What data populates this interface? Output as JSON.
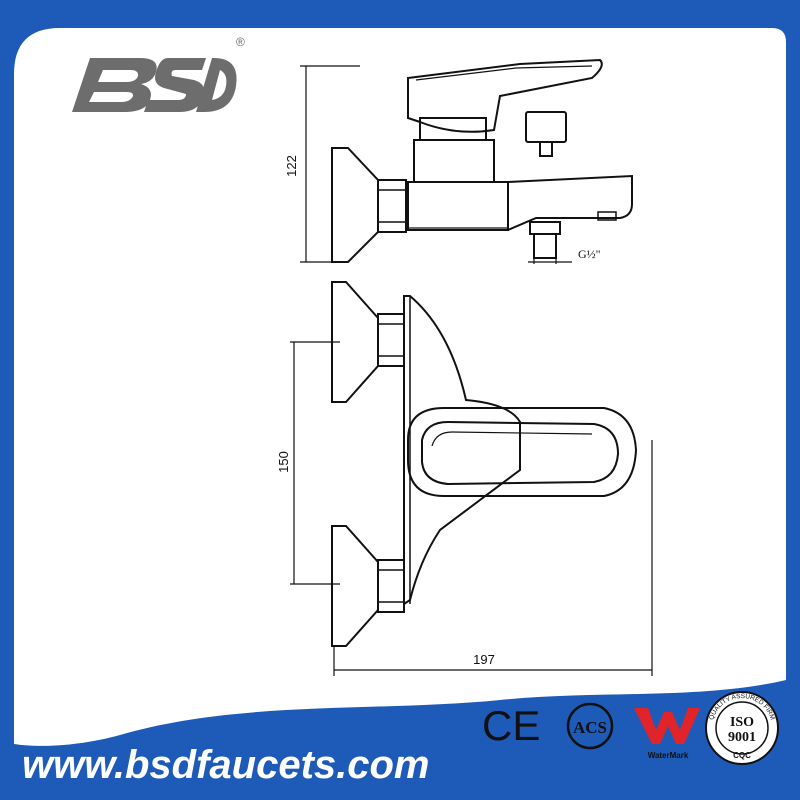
{
  "colors": {
    "frame_blue": "#1e5bb8",
    "frame_blue_dark": "#16479a",
    "logo_gray": "#6d6d6d",
    "drawing_line": "#111111",
    "footer_text": "#ffffff",
    "cert_black": "#111111",
    "watermark_red": "#e0242a"
  },
  "brand": {
    "logo_text": "BSD",
    "registered_mark": "®",
    "website": "www.bsdfaucets.com"
  },
  "drawing": {
    "dim_height_side": "122",
    "dim_thread": "G½\"",
    "dim_center_distance": "150",
    "dim_width": "197"
  },
  "certifications": {
    "ce": "CE",
    "acs": "ACS",
    "watermark_label": "WaterMark",
    "iso_number": "ISO",
    "iso_code": "9001",
    "iso_ring": "QUALITY ASSURED FIRM",
    "iso_bottom": "CQC"
  }
}
